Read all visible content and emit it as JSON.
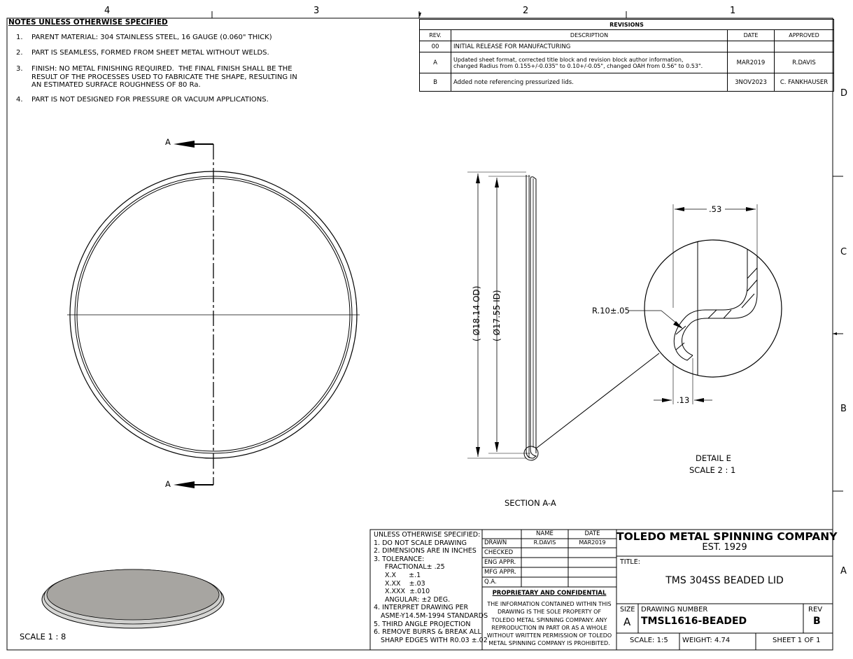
{
  "zones": {
    "top": [
      "4",
      "3",
      "2",
      "1"
    ],
    "right": [
      "D",
      "C",
      "B",
      "A"
    ]
  },
  "notes": {
    "title": "NOTES UNLESS OTHERWISE SPECIFIED",
    "items": [
      {
        "num": "1.",
        "text": "PARENT MATERIAL: 304 STAINLESS STEEL, 16 GAUGE (0.060\" THICK)"
      },
      {
        "num": "2.",
        "text": "PART IS SEAMLESS, FORMED FROM SHEET METAL WITHOUT WELDS."
      },
      {
        "num": "3.",
        "text": "FINISH: NO METAL FINISHING REQUIRED.  THE FINAL FINISH SHALL BE THE\nRESULT OF THE PROCESSES USED TO FABRICATE THE SHAPE, RESULTING IN\nAN ESTIMATED SURFACE ROUGHNESS OF 80 Ra."
      },
      {
        "num": "4.",
        "text": "PART IS NOT DESIGNED FOR PRESSURE OR VACUUM APPLICATIONS."
      }
    ]
  },
  "revisions": {
    "title": "REVISIONS",
    "headers": [
      "REV.",
      "DESCRIPTION",
      "DATE",
      "APPROVED"
    ],
    "rows": [
      {
        "rev": "00",
        "desc": "INITIAL RELEASE FOR MANUFACTURING",
        "date": "",
        "approved": ""
      },
      {
        "rev": "A",
        "desc": "Updated sheet format, corrected title block and revision block author information,\nchanged Radius from 0.155+/-0.035\" to 0.10+/-0.05\", changed OAH from 0.56\" to 0.53\".",
        "date": "MAR2019",
        "approved": "R.DAVIS"
      },
      {
        "rev": "B",
        "desc": "Added note referencing pressurized lids.",
        "date": "3NOV2023",
        "approved": "C. FANKHAUSER"
      }
    ]
  },
  "views": {
    "section_marker": "A",
    "section_label": "SECTION A-A",
    "dim_od": "( Ø18.14 OD)",
    "dim_id": "( Ø17.55 ID)",
    "detail_label": "DETAIL E",
    "detail_scale": "SCALE 2 : 1",
    "dim_width": ".53",
    "dim_radius": "R.10±.05",
    "dim_small": ".13",
    "iso_scale": "SCALE 1 : 8"
  },
  "title_block": {
    "spec_lines": [
      "UNLESS OTHERWISE SPECIFIED:",
      "1. DO NOT SCALE DRAWING",
      "2. DIMENSIONS ARE IN INCHES",
      "3. TOLERANCE:",
      "FRACTIONAL± .25",
      "X.X      ±.1",
      "X.XX    ±.03",
      "X.XXX  ±.010",
      "ANGULAR: ±2 DEG.",
      "4. INTERPRET DRAWING PER",
      "ASME-Y14.5M-1994 STANDARDS",
      "5. THIRD ANGLE PROJECTION",
      "6. REMOVE BURRS & BREAK ALL",
      "SHARP EDGES WITH R0.03 ±.02"
    ],
    "sig_headers": [
      "NAME",
      "DATE"
    ],
    "sig_rows": [
      {
        "role": "DRAWN",
        "name": "R.DAVIS",
        "date": "MAR2019"
      },
      {
        "role": "CHECKED",
        "name": "",
        "date": ""
      },
      {
        "role": "ENG APPR.",
        "name": "",
        "date": ""
      },
      {
        "role": "MFG APPR.",
        "name": "",
        "date": ""
      },
      {
        "role": "Q.A.",
        "name": "",
        "date": ""
      }
    ],
    "prop_title": "PROPRIETARY AND CONFIDENTIAL",
    "prop_lines": [
      "THE INFORMATION CONTAINED WITHIN THIS",
      "DRAWING IS THE SOLE PROPERTY OF",
      "TOLEDO METAL SPINNING COMPANY.  ANY",
      "REPRODUCTION IN PART OR AS A WHOLE",
      "WITHOUT WRITTEN PERMISSION OF TOLEDO",
      "METAL SPINNING COMPANY IS PROHIBITED."
    ],
    "company": "TOLEDO METAL SPINNING COMPANY",
    "est": "EST. 1929",
    "title_label": "TITLE:",
    "title": "TMS 304SS BEADED LID",
    "size_label": "SIZE",
    "size": "A",
    "dwg_label": "DRAWING NUMBER",
    "dwg_number": "TMSL1616-BEADED",
    "rev_label": "REV",
    "rev": "B",
    "scale": "SCALE: 1:5",
    "weight": "WEIGHT: 4.74",
    "sheet": "SHEET 1 OF 1"
  },
  "colors": {
    "line": "#000000",
    "iso_fill": "#a7a5a1",
    "iso_rim": "#d6d6d4"
  }
}
